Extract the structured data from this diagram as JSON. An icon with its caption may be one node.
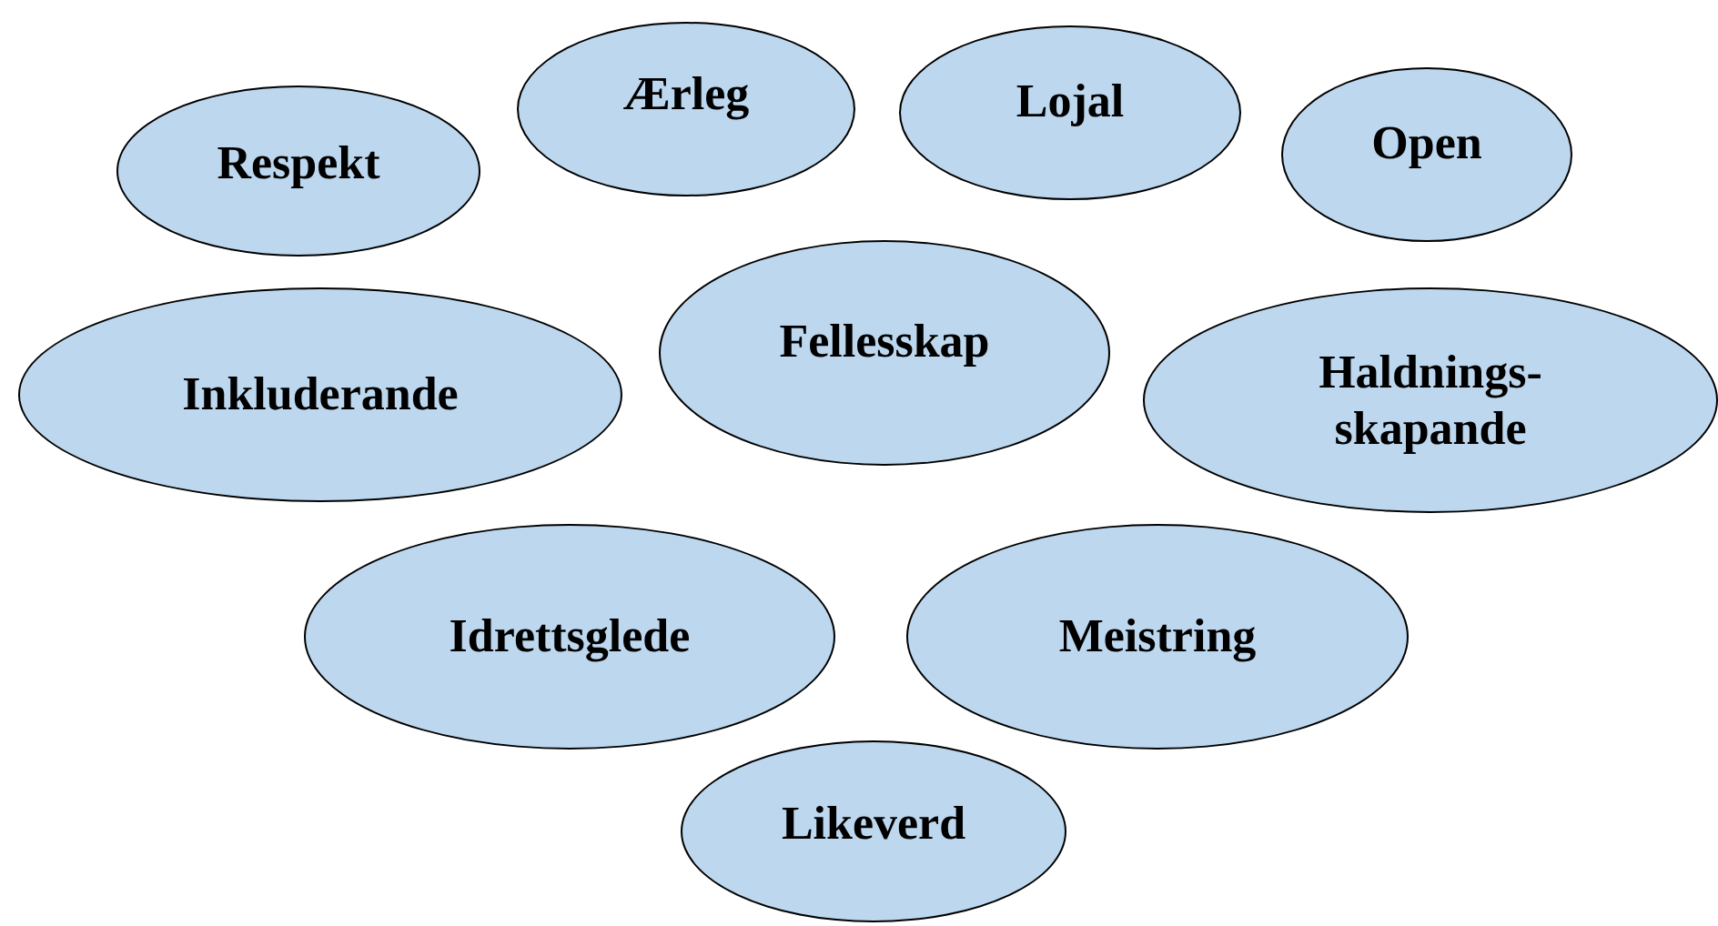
{
  "diagram": {
    "nodes": [
      {
        "text": [
          "Respekt"
        ]
      },
      {
        "text": [
          "Ærleg"
        ]
      },
      {
        "text": [
          "Lojal"
        ]
      },
      {
        "text": [
          "Open"
        ]
      },
      {
        "text": [
          "Inkluderande"
        ]
      },
      {
        "text": [
          "Fellesskap"
        ]
      },
      {
        "text": [
          "Haldnings- skapande"
        ]
      },
      {
        "text": [
          "Idrettsglede"
        ]
      },
      {
        "text": [
          "Meistring"
        ]
      },
      {
        "text": [
          "Likeverd"
        ]
      }
    ]
  }
}
